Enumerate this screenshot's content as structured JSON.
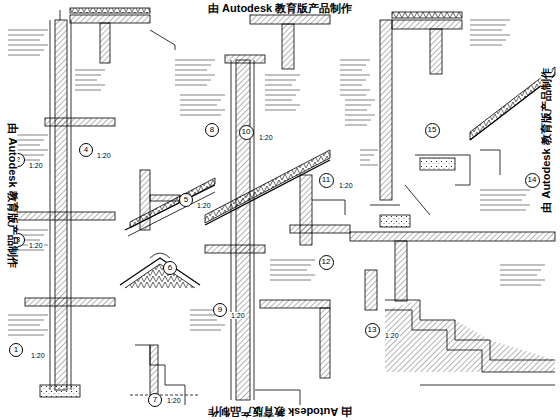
{
  "diagram": {
    "nodes": [
      {
        "text": [
          "1"
        ]
      },
      {
        "text": [
          "2"
        ]
      },
      {
        "text": [
          "3"
        ]
      },
      {
        "text": [
          "4"
        ]
      },
      {
        "text": [
          "5"
        ]
      },
      {
        "text": [
          "6"
        ]
      },
      {
        "text": [
          "7"
        ]
      },
      {
        "text": [
          "8"
        ]
      },
      {
        "text": [
          "9"
        ]
      },
      {
        "text": [
          "10"
        ]
      },
      {
        "text": [
          "11"
        ]
      },
      {
        "text": [
          "12"
        ]
      },
      {
        "text": [
          "13"
        ]
      },
      {
        "text": [
          "14"
        ]
      },
      {
        "text": [
          "15"
        ]
      }
    ],
    "labels": [
      "由 Autodesk 教育版产品制作",
      "由 Autodesk 教育版产品制作",
      "由 Autodesk 教育版产品制作",
      "由 Autodesk 教育版产品制作",
      "1:20",
      "1:20",
      "1:20",
      "1:20",
      "1:20",
      "1:20",
      "1:20",
      "1:20",
      "1:20",
      "1:20"
    ]
  }
}
